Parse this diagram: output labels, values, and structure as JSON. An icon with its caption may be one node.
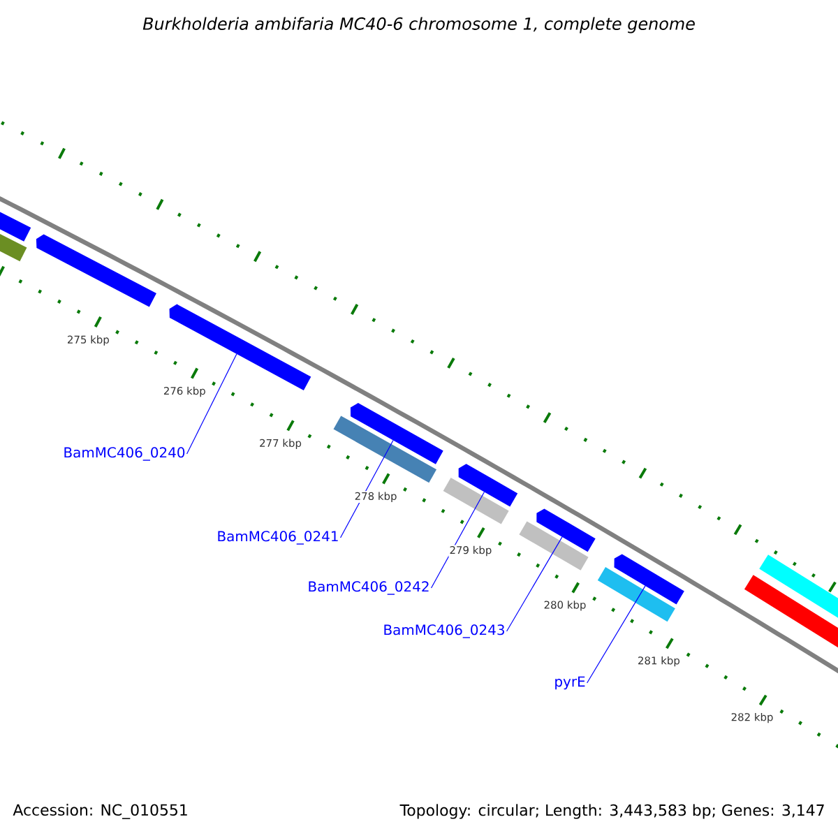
{
  "diagram": {
    "title": "Burkholderia ambifaria MC40-6 chromosome 1, complete genome",
    "nodes": [
      {
        "text": [
          "BamMC406_0240"
        ]
      },
      {
        "text": [
          "BamMC406_0241"
        ]
      },
      {
        "text": [
          "BamMC406_0242"
        ]
      },
      {
        "text": [
          "BamMC406_0243"
        ]
      },
      {
        "text": [
          "pyrE"
        ]
      },
      {
        "text": [],
        "shape": "arrow"
      },
      {
        "text": [],
        "shape": "bar"
      },
      {
        "text": [],
        "shape": "arrow"
      },
      {
        "text": [],
        "shape": "arrow"
      },
      {
        "text": [],
        "shape": "bar"
      },
      {
        "text": [],
        "shape": "arrow"
      },
      {
        "text": [],
        "shape": "bar"
      },
      {
        "text": [],
        "shape": "arrow"
      },
      {
        "text": [],
        "shape": "bar"
      },
      {
        "text": [],
        "shape": "arrow"
      },
      {
        "text": [],
        "shape": "bar"
      },
      {
        "text": [],
        "shape": "arrow"
      },
      {
        "text": [],
        "shape": "bar"
      },
      {
        "text": [],
        "shape": "bar"
      }
    ],
    "edges": [
      {
        "from": 0,
        "to": 8,
        "arrow": "none"
      },
      {
        "from": 1,
        "to": 10,
        "arrow": "none"
      },
      {
        "from": 2,
        "to": 12,
        "arrow": "none"
      },
      {
        "from": 3,
        "to": 14,
        "arrow": "none"
      },
      {
        "from": 4,
        "to": 16,
        "arrow": "none"
      }
    ],
    "labels": [
      "275 kbp",
      "276 kbp",
      "277 kbp",
      "278 kbp",
      "279 kbp",
      "280 kbp",
      "281 kbp",
      "282 kbp",
      "Accession: NC_010551",
      "Topology: circular; Length: 3,443,583 bp; Genes: 3,147"
    ]
  }
}
